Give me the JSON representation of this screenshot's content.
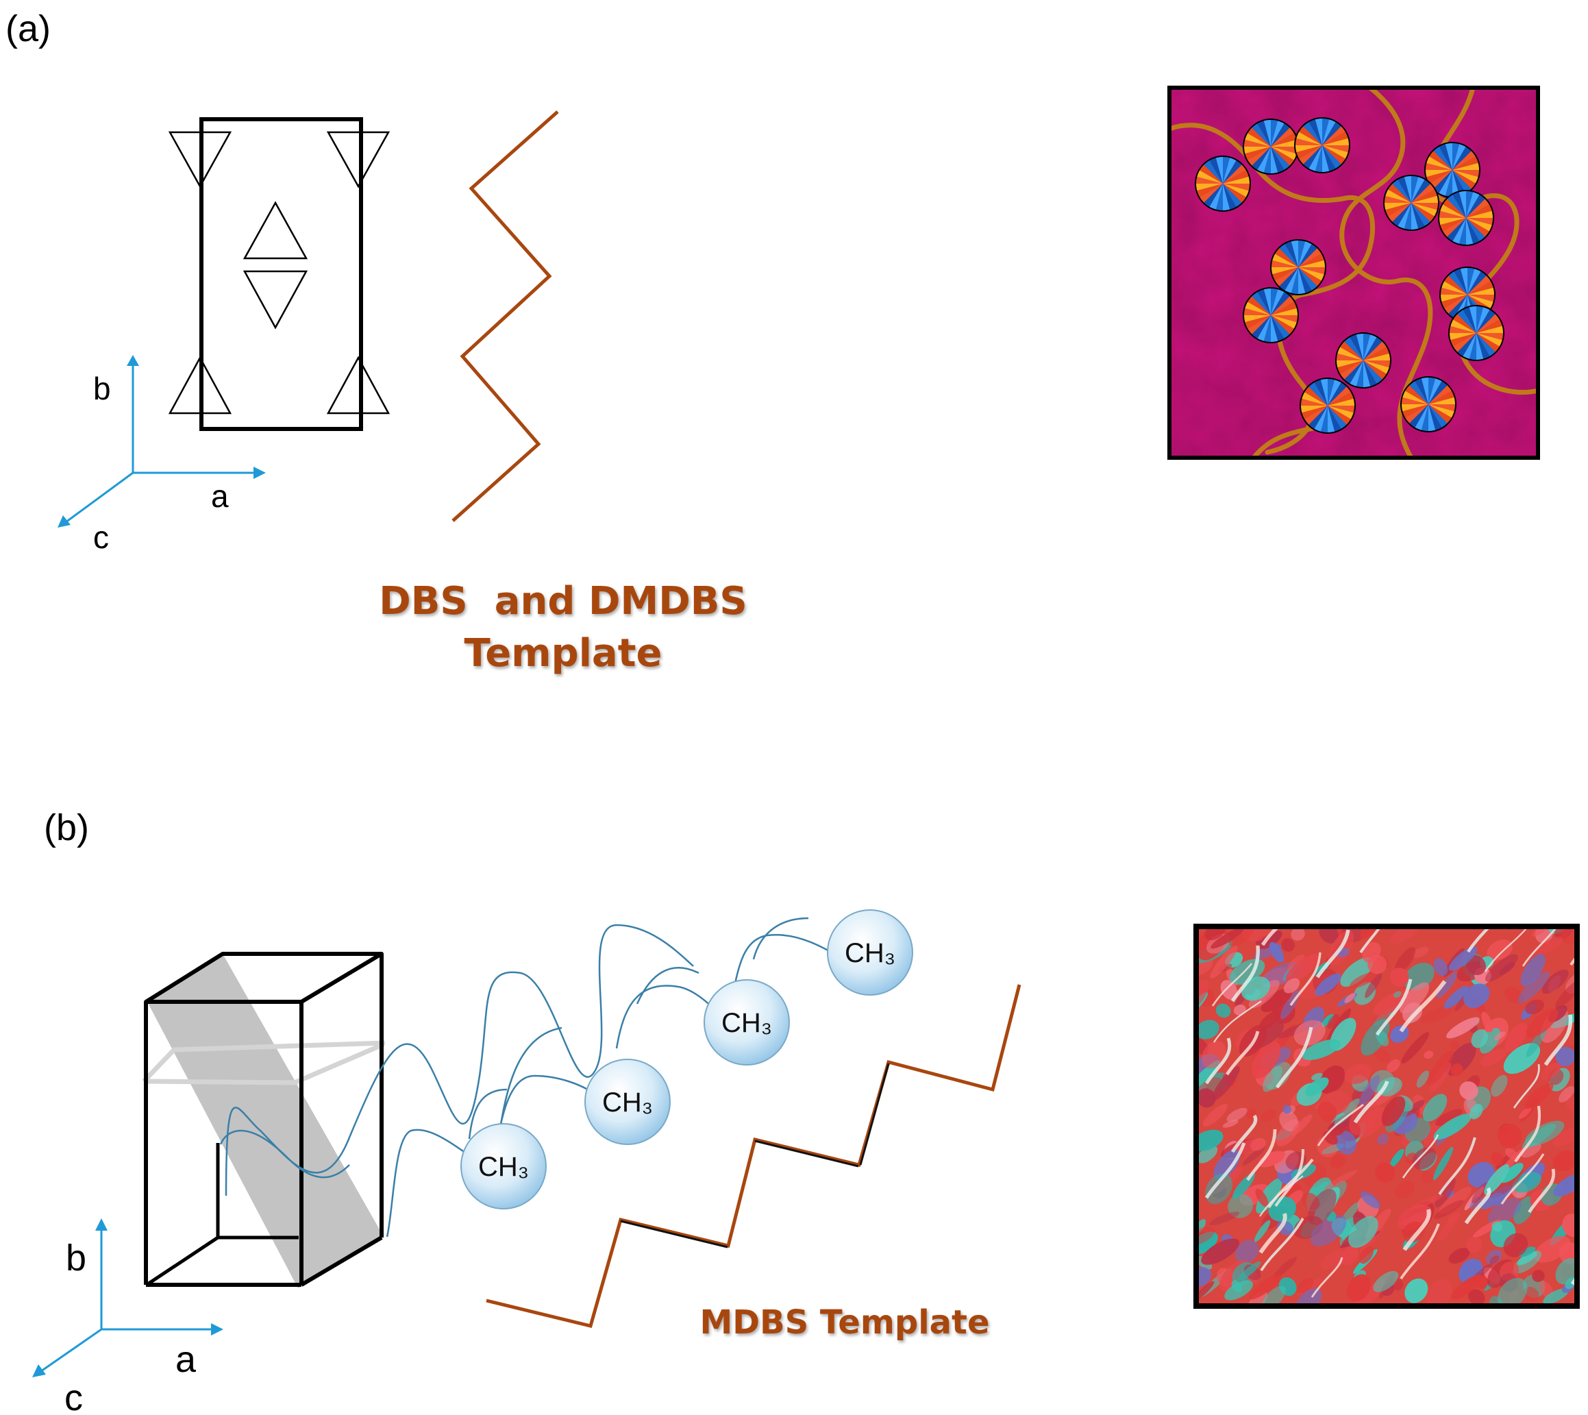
{
  "panel_a": {
    "label": "(a)",
    "axes": {
      "b": "b",
      "a": "a",
      "c": "c"
    },
    "template_line1": "DBS  and DMDBS",
    "template_line2": "Template",
    "micrograph": {
      "background": "#c6127a",
      "boundary_color": "#c07a1a"
    }
  },
  "panel_b": {
    "label": "(b)",
    "axes": {
      "b": "b",
      "a": "a",
      "c": "c"
    },
    "methyl_groups": [
      "CH₃",
      "CH₃",
      "CH₃",
      "CH₃"
    ],
    "template_label": "MDBS Template"
  },
  "colors": {
    "axis": "#1f9ad6",
    "template": "#a8470f",
    "chain": "#3a7fa8",
    "spherulite_warm": "#f0572a",
    "spherulite_cool": "#1a6fd1"
  }
}
